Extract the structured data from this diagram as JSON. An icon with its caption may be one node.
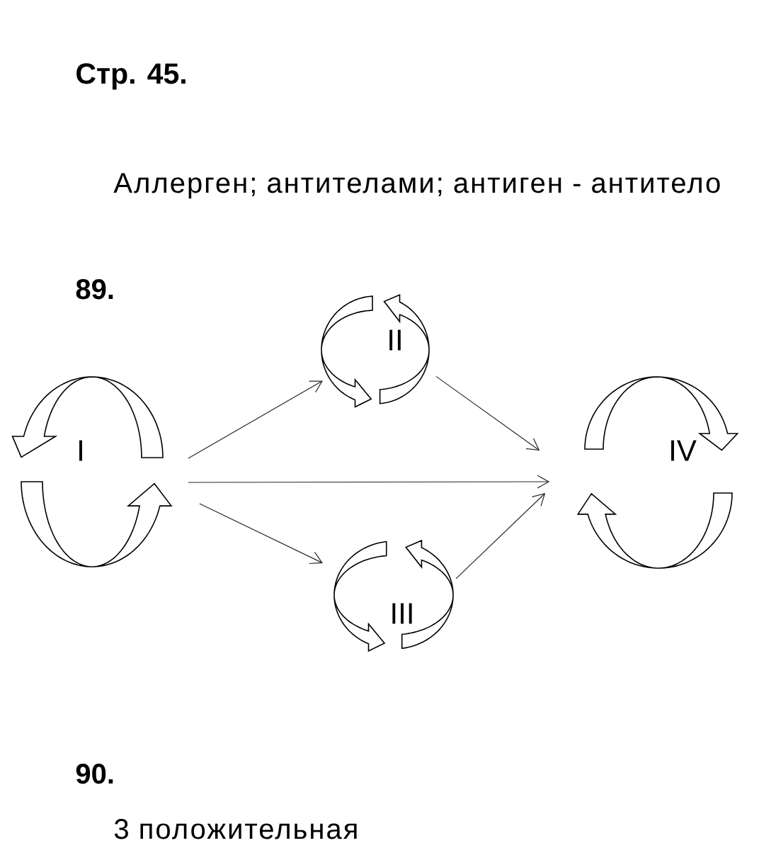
{
  "diagram": {
    "title": "Стр. 45.",
    "nodes": [
      {
        "text": [
          "I"
        ]
      },
      {
        "text": [
          "II"
        ]
      },
      {
        "text": [
          "III"
        ]
      },
      {
        "text": [
          "IV"
        ]
      }
    ],
    "edges": [
      {
        "from": 0,
        "to": 1,
        "arrow": "to"
      },
      {
        "from": 0,
        "to": 3,
        "arrow": "to"
      },
      {
        "from": 0,
        "to": 2,
        "arrow": "to"
      },
      {
        "from": 1,
        "to": 3,
        "arrow": "to"
      },
      {
        "from": 2,
        "to": 3,
        "arrow": "to"
      }
    ],
    "labels": [
      "Аллерген; антителами; антиген - антитело",
      "89.",
      "90.",
      "3 положительная"
    ]
  }
}
